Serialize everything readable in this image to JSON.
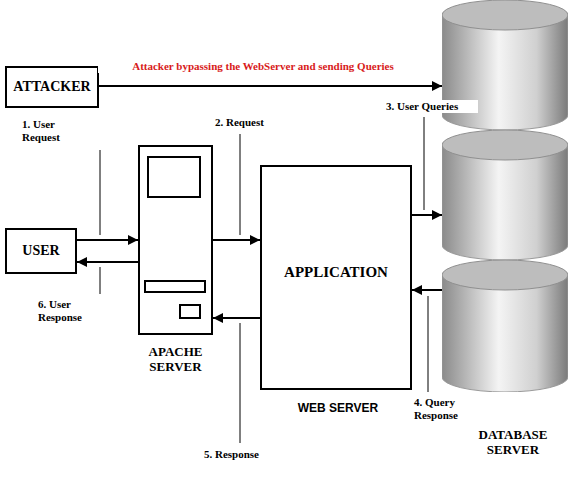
{
  "diagram": {
    "nodes": [
      {
        "text": [
          "ATTACKER"
        ]
      },
      {
        "text": [
          "USER"
        ]
      },
      {
        "text": [
          "APACHE SERVER"
        ]
      },
      {
        "text": [
          "APPLICATION",
          "WEB SERVER"
        ]
      },
      {
        "text": [
          "DATABASE SERVER"
        ]
      }
    ],
    "edges": [
      {
        "from": 0,
        "to": 4,
        "label": "Attacker bypassing the WebServer and sending Queries",
        "arrow": "to"
      },
      {
        "from": 1,
        "to": 2,
        "label": "1. User Request",
        "arrow": "to"
      },
      {
        "from": 2,
        "to": 3,
        "label": "2. Request",
        "arrow": "to"
      },
      {
        "from": 3,
        "to": 4,
        "label": "3. User Queries",
        "arrow": "to"
      },
      {
        "from": 4,
        "to": 3,
        "label": "4. Query Response",
        "arrow": "to"
      },
      {
        "from": 3,
        "to": 2,
        "label": "5. Response",
        "arrow": "to"
      },
      {
        "from": 2,
        "to": 1,
        "label": "6. User Response",
        "arrow": "to"
      }
    ]
  }
}
